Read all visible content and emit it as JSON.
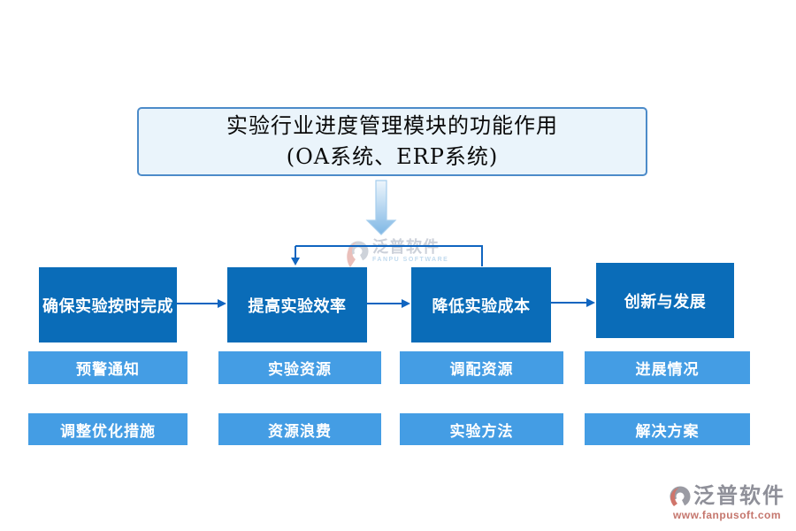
{
  "title": {
    "line1": "实验行业进度管理模块的功能作用",
    "line2": "(OA系统、ERP系统)"
  },
  "columns": [
    {
      "head": "确保实验按时完成",
      "items": [
        "预警通知",
        "调整优化措施"
      ]
    },
    {
      "head": "提高实验效率",
      "items": [
        "实验资源",
        "资源浪费"
      ]
    },
    {
      "head": "降低实验成本",
      "items": [
        "调配资源",
        "实验方法"
      ]
    },
    {
      "head": "创新与发展",
      "items": [
        "进展情况",
        "解决方案"
      ]
    }
  ],
  "watermark": {
    "brand": "泛普软件",
    "sub": "FANPU SOFTWARE"
  },
  "footer": {
    "brand": "泛普软件",
    "url": "www.fanpusoft.com"
  },
  "colors": {
    "dark_box": "#0a6cb8",
    "light_box": "#449de4",
    "connector": "#1065c0",
    "title_fill": "#eaf4fb",
    "title_border": "#4c8bc9",
    "footer_brand": "#8f9099",
    "footer_url": "#c5766d"
  }
}
